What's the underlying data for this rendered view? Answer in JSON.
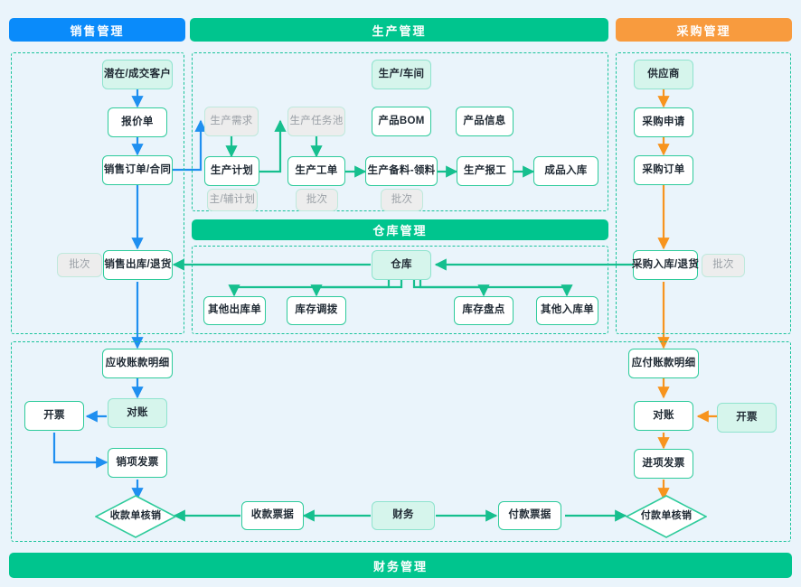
{
  "colors": {
    "page_bg": "#eaf4fb",
    "sales_accent": "#0a8bfa",
    "production_accent": "#00c58e",
    "purchase_accent": "#f89b3e",
    "frame_dash": "#19c39b",
    "node_border": "#2ecb9b",
    "mint_fill": "#d6f5ec",
    "grey_fill": "#ededed"
  },
  "headers": {
    "sales": "销售管理",
    "production": "生产管理",
    "purchase": "采购管理",
    "warehouse": "仓库管理",
    "finance": "财务管理"
  },
  "sales": {
    "nodes": [
      {
        "id": "customer",
        "label": "潜在/成交客户"
      },
      {
        "id": "quotation",
        "label": "报价单"
      },
      {
        "id": "sales_order",
        "label": "销售订单/合同"
      },
      {
        "id": "sales_batch",
        "label": "批次"
      },
      {
        "id": "sales_out",
        "label": "销售出库/退货"
      }
    ]
  },
  "production": {
    "nodes": [
      {
        "id": "workshop",
        "label": "生产/车间"
      },
      {
        "id": "prod_demand",
        "label": "生产需求"
      },
      {
        "id": "task_pool",
        "label": "生产任务池"
      },
      {
        "id": "product_bom",
        "label": "产品BOM"
      },
      {
        "id": "product_info",
        "label": "产品信息"
      },
      {
        "id": "prod_plan",
        "label": "生产计划"
      },
      {
        "id": "work_order",
        "label": "生产工单"
      },
      {
        "id": "prep_pick",
        "label": "生产备料-领料"
      },
      {
        "id": "prod_report",
        "label": "生产报工"
      },
      {
        "id": "finished_in",
        "label": "成品入库"
      },
      {
        "id": "plan_tag",
        "label": "主/辅计划"
      },
      {
        "id": "wo_batch",
        "label": "批次"
      },
      {
        "id": "pick_batch",
        "label": "批次"
      }
    ]
  },
  "purchase": {
    "nodes": [
      {
        "id": "supplier",
        "label": "供应商"
      },
      {
        "id": "pr",
        "label": "采购申请"
      },
      {
        "id": "po",
        "label": "采购订单"
      },
      {
        "id": "po_in",
        "label": "采购入库/退货"
      },
      {
        "id": "po_batch",
        "label": "批次"
      }
    ]
  },
  "warehouse": {
    "nodes": [
      {
        "id": "warehouse",
        "label": "仓库"
      },
      {
        "id": "other_out",
        "label": "其他出库单"
      },
      {
        "id": "transfer",
        "label": "库存调拨"
      },
      {
        "id": "stocktake",
        "label": "库存盘点"
      },
      {
        "id": "other_in",
        "label": "其他入库单"
      }
    ]
  },
  "finance": {
    "nodes": [
      {
        "id": "ar_detail",
        "label": "应收账款明细"
      },
      {
        "id": "ar_recon",
        "label": "对账"
      },
      {
        "id": "ar_invoice_btn",
        "label": "开票"
      },
      {
        "id": "out_invoice",
        "label": "销项发票"
      },
      {
        "id": "receipt_clear",
        "label": "收款单核销"
      },
      {
        "id": "receipt_doc",
        "label": "收款票据"
      },
      {
        "id": "finance_hub",
        "label": "财务"
      },
      {
        "id": "payment_doc",
        "label": "付款票据"
      },
      {
        "id": "payment_clear",
        "label": "付款单核销"
      },
      {
        "id": "ap_detail",
        "label": "应付账款明细"
      },
      {
        "id": "ap_recon",
        "label": "对账"
      },
      {
        "id": "ap_invoice_btn",
        "label": "开票"
      },
      {
        "id": "in_invoice",
        "label": "进项发票"
      }
    ]
  }
}
